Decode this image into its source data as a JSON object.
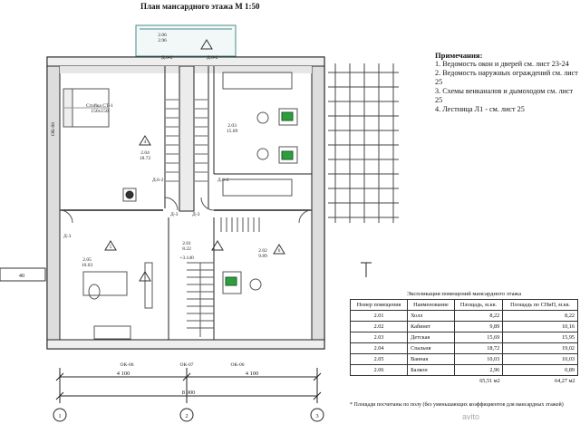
{
  "title": "План мансардного этажа М 1:50",
  "notes": {
    "heading": "Примечания:",
    "items": [
      "1. Ведомость окон и дверей см. лист 23-24",
      "2. Ведомость наружных ограждений см. лист 25",
      "3. Схемы венканалов и дымоходом см. лист 25",
      "4. Лестница Л1 - см. лист 25"
    ]
  },
  "rooms": {
    "balcony": {
      "num": "2.06",
      "area": "2.96"
    },
    "bedroom": {
      "num": "2.04",
      "area": "18.72"
    },
    "nursery": {
      "num": "2.03",
      "area": "15.69"
    },
    "bath": {
      "num": "2.05",
      "area": "10.03"
    },
    "hall": {
      "num": "2.01",
      "area": "8.22"
    },
    "study": {
      "num": "2.02",
      "area": "9.89"
    }
  },
  "labels": {
    "rack": "Стойка СТ-1",
    "rack_size": "150x150",
    "door_d62_a": "Д.6-2",
    "door_d62_b": "Д.6-2",
    "door_d62_c": "Д.6-2",
    "door_d62_d": "Д.6-2",
    "door_d3_a": "Д-3",
    "door_d3_b": "Д-3",
    "door_d3_c": "Д-3",
    "win_side": "ОК-08",
    "win_b1": "ОК-06",
    "win_b2": "ОК-07",
    "win_b3": "ОК-06",
    "level": "+3.140",
    "dim_a": "4 100",
    "dim_b": "4 100",
    "dim_total": "8 900",
    "dim_side": "40",
    "axis_1": "1",
    "axis_2": "2",
    "axis_3": "3",
    "mark_4": "4",
    "mark_5": "5",
    "mark_6": "6"
  },
  "explication": {
    "caption": "Экспликация помещений мансардного этажа",
    "headers": [
      "Номер помещения",
      "Наименование",
      "Площадь, м.кв.",
      "Площадь по СНиП, м.кв."
    ],
    "rows": [
      [
        "2.01",
        "Холл",
        "8,22",
        "8,22"
      ],
      [
        "2.02",
        "Кабинет",
        "9,89",
        "10,16"
      ],
      [
        "2.03",
        "Детская",
        "15,69",
        "15,95"
      ],
      [
        "2.04",
        "Спальня",
        "18,72",
        "19,02"
      ],
      [
        "2.05",
        "Ванная",
        "10,03",
        "10,03"
      ],
      [
        "2.06",
        "Балкон",
        "2,96",
        "0,89"
      ]
    ],
    "total_area": "65,51 м2",
    "total_snip": "64,27 м2"
  },
  "footnote": "* Площади посчитаны по полу (без уменьшающих коэффициентов для мансардных этажей)",
  "watermark": "avito"
}
